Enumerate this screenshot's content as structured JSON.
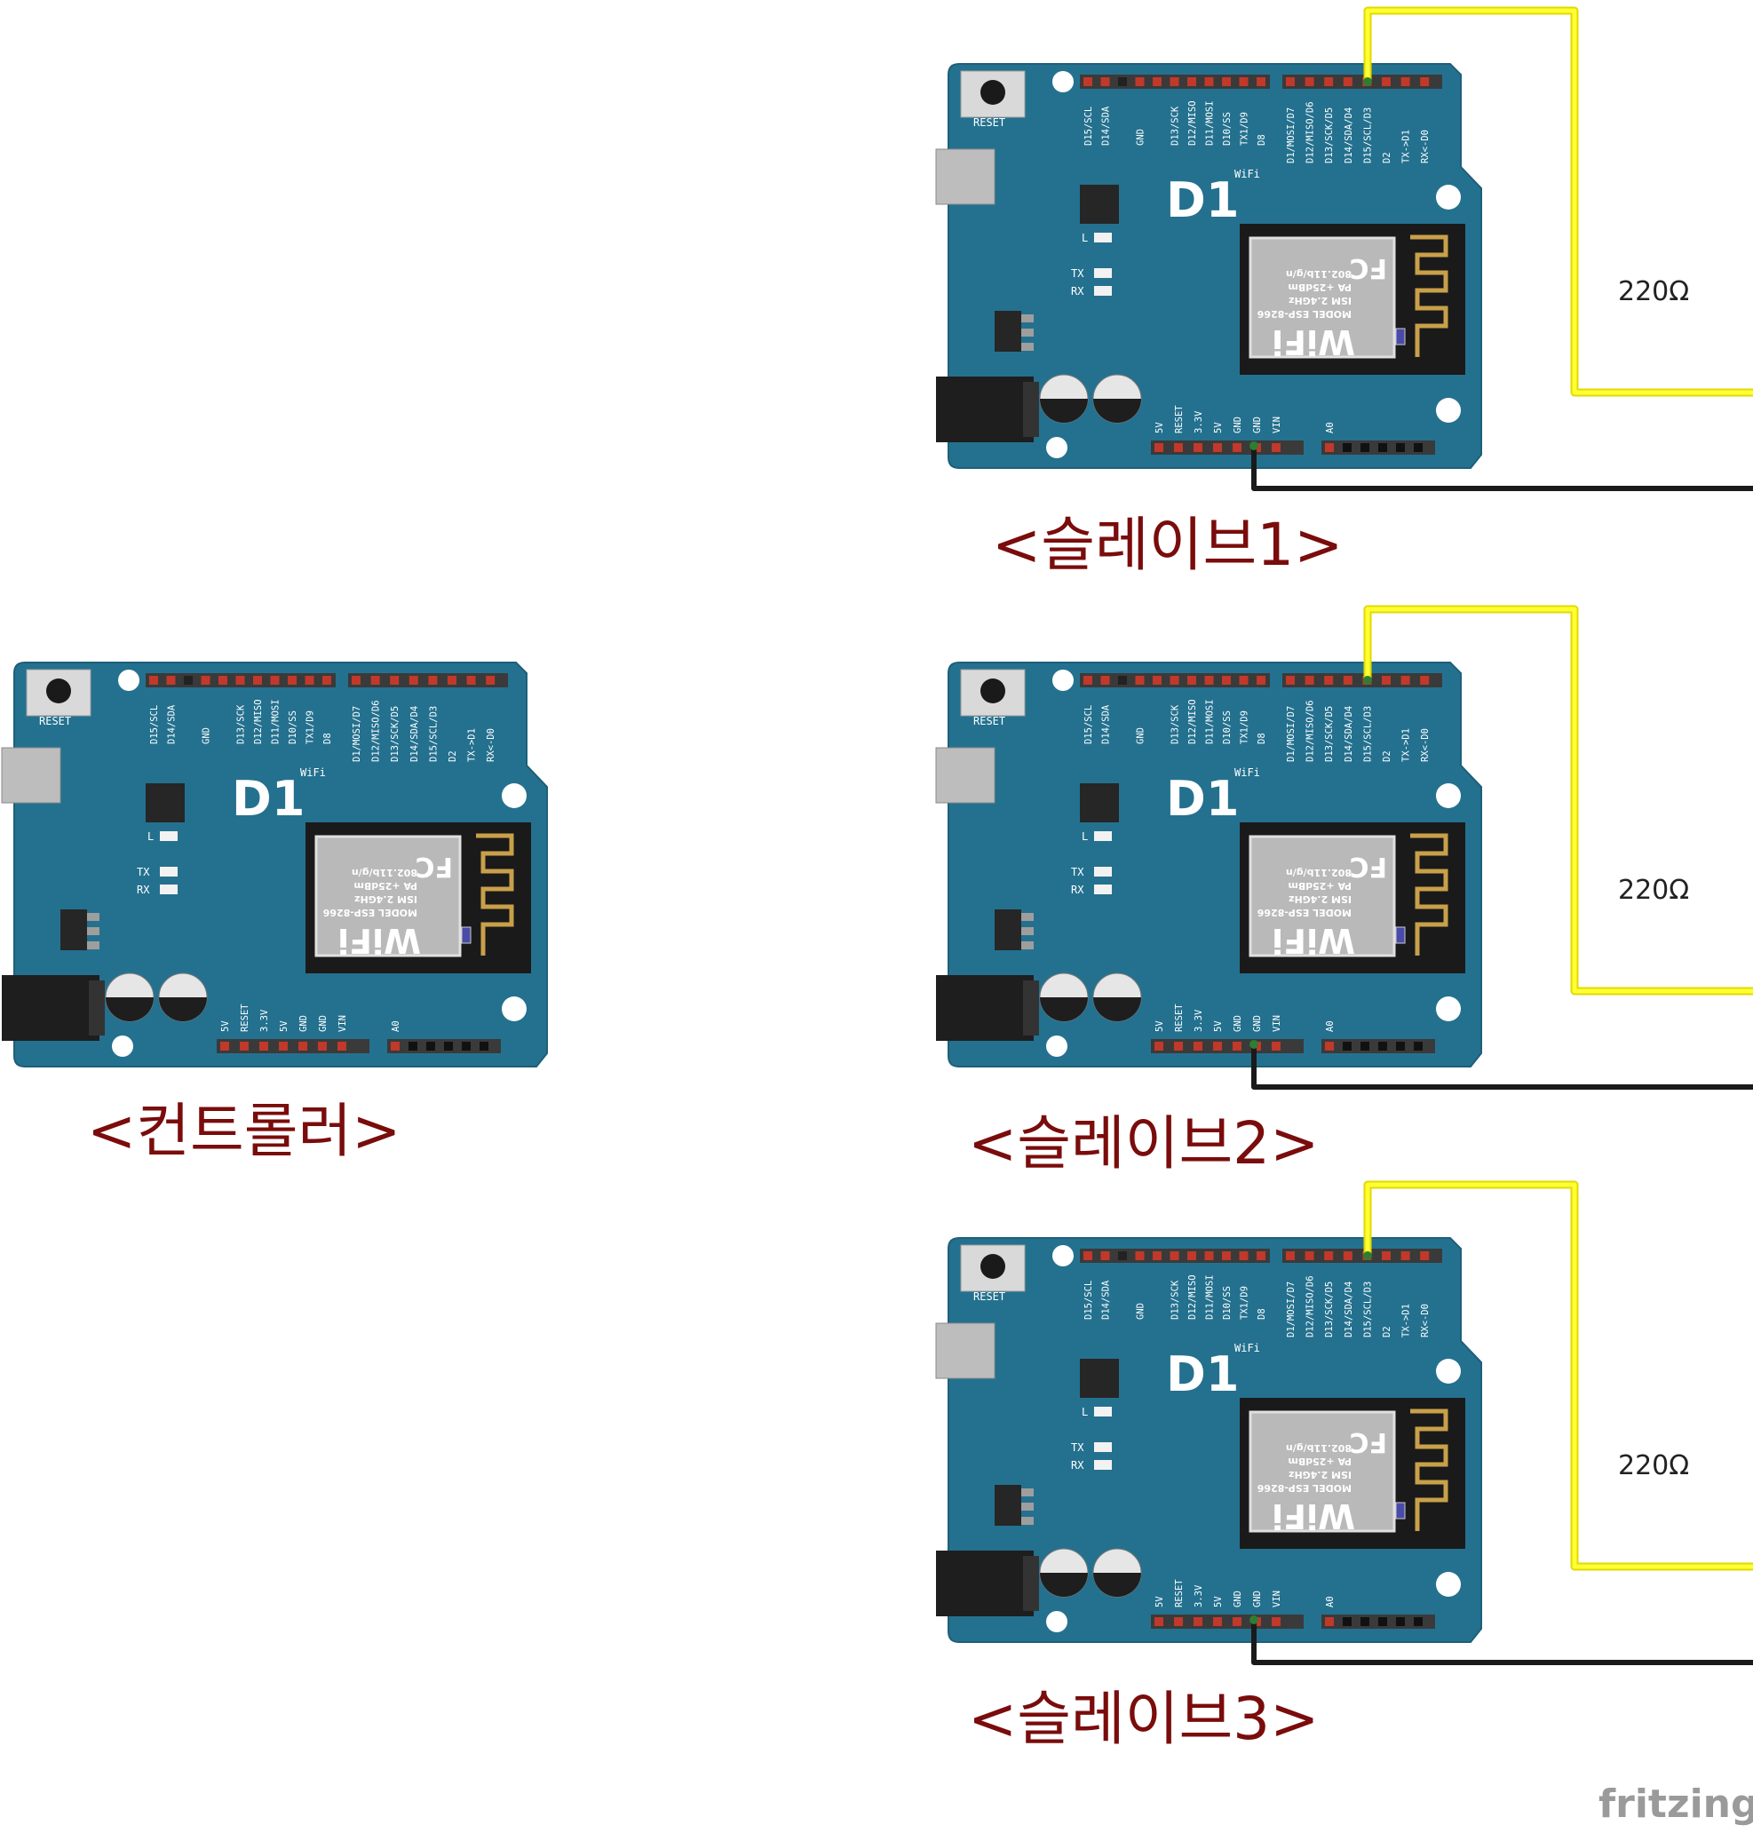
{
  "boards": [
    {
      "id": "slave1",
      "caption": "<슬레이브1>",
      "has_circuit": true
    },
    {
      "id": "controller",
      "caption": "<컨트롤러>",
      "has_circuit": false
    },
    {
      "id": "slave2",
      "caption": "<슬레이브2>",
      "has_circuit": true
    },
    {
      "id": "slave3",
      "caption": "<슬레이브3>",
      "has_circuit": true
    }
  ],
  "board_text": {
    "reset": "RESET",
    "logo": "D1",
    "wifi": "WiFi",
    "led_l": "L",
    "led_tx": "TX",
    "led_rx": "RX",
    "top_pins_left": [
      "D15/SCL",
      "D14/SDA",
      "",
      "GND",
      "",
      "D13/SCK",
      "D12/MISO",
      "D11/MOSI",
      "D10/SS",
      "TX1/D9",
      "D8"
    ],
    "top_pins_right": [
      "D1/MOSI/D7",
      "D12/MISO/D6",
      "D13/SCK/D5",
      "D14/SDA/D4",
      "D15/SCL/D3",
      "D2",
      "TX->D1",
      "RX<-D0"
    ],
    "bottom_pins_left": [
      "5V",
      "RESET",
      "3.3V",
      "5V",
      "GND",
      "GND",
      "VIN"
    ],
    "bottom_pins_right": [
      "A0"
    ],
    "module_wifi": "WiFi",
    "module_lines": [
      "MODEL  ESP-8266",
      "ISM 2.4GHz",
      "PA +25dBm",
      "802.11b/g/n"
    ],
    "module_fc": "FC"
  },
  "resistor_label": "220Ω",
  "brand_mark": "fritzing",
  "colors": {
    "board": "#24718f",
    "board_edge": "#1d5f79",
    "header": "#3a3a3a",
    "pin": "#c0392b",
    "signal_wire": "#ffff33",
    "ground_wire": "#1a1a1a",
    "led": "#e8282d",
    "caption": "#7a0c0c"
  }
}
